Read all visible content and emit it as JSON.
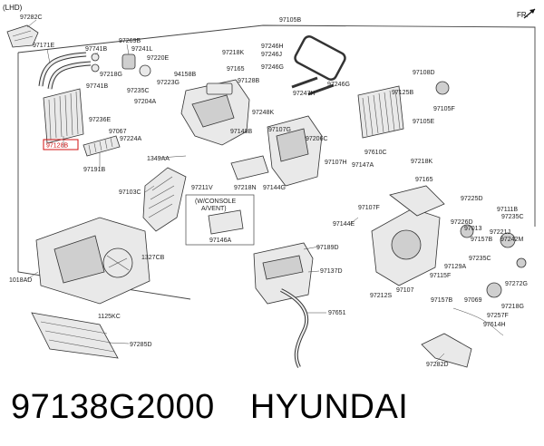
{
  "header": {
    "variant": "(LHD)",
    "direction": "FR."
  },
  "caption": {
    "part_number": "97138G2000",
    "brand": "HYUNDAI"
  },
  "highlight": {
    "part_number": "97128B",
    "color": "#d01010"
  },
  "note": {
    "line1": "(W/CONSOLE",
    "line2": "A/VENT)"
  },
  "labels": {
    "97282C": "97282C",
    "97105B": "97105B",
    "97171E": "97171E",
    "97741B_a": "97741B",
    "97269B": "97269B",
    "97241L": "97241L",
    "97220E": "97220E",
    "97218G": "97218G",
    "97741B_b": "97741B",
    "97218K_a": "97218K",
    "97165_a": "97165",
    "97246H": "97246H",
    "97246J": "97246J",
    "97246G_a": "97246G",
    "94158B": "94158B",
    "97223G": "97223G",
    "97235C_a": "97235C",
    "97204A": "97204A",
    "97128B": "97128B",
    "97236E": "97236E",
    "97067": "97067",
    "97224A": "97224A",
    "97248K": "97248K",
    "97246G_b": "97246G",
    "97247H": "97247H",
    "97108D": "97108D",
    "97125B": "97125B",
    "97105F": "97105F",
    "97105E": "97105E",
    "97148B": "97148B",
    "97107G": "97107G",
    "97206C": "97206C",
    "97610C": "97610C",
    "97191B": "97191B",
    "1349AA": "1349AA",
    "97107H": "97107H",
    "97147A": "97147A",
    "97218K_b": "97218K",
    "97165_b": "97165",
    "97103C": "97103C",
    "97211V": "97211V",
    "97218N": "97218N",
    "97144G": "97144G",
    "97107F": "97107F",
    "97225D": "97225D",
    "97111B": "97111B",
    "97235C_b": "97235C",
    "97144E": "97144E",
    "97226D": "97226D",
    "97221J": "97221J",
    "97242M": "97242M",
    "97146A": "97146A",
    "97189D": "97189D",
    "97013": "97013",
    "97157B_a": "97157B",
    "97235C_c": "97235C",
    "1327CB": "1327CB",
    "97137D": "97137D",
    "97115F": "97115F",
    "97129A": "97129A",
    "97157B_b": "97157B",
    "97272G": "97272G",
    "1018AD": "1018AD",
    "97107": "97107",
    "97212S": "97212S",
    "97069": "97069",
    "97218G_b": "97218G",
    "97651": "97651",
    "97257F": "97257F",
    "1125KC": "1125KC",
    "97614H": "97614H",
    "97285D": "97285D",
    "97282D": "97282D"
  }
}
